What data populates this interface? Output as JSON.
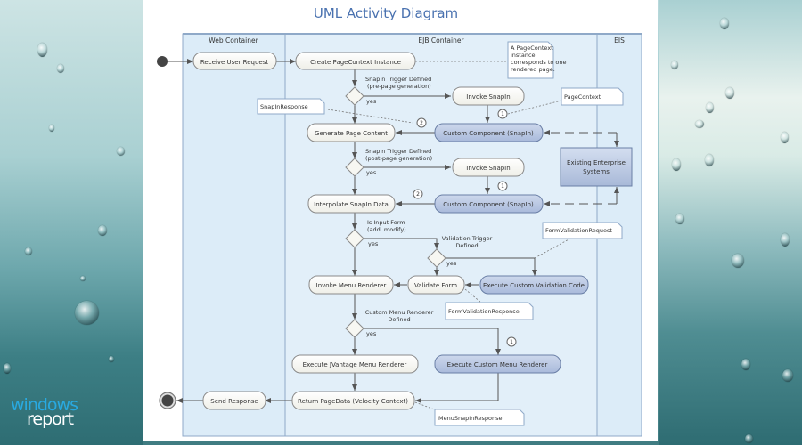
{
  "title": "UML Activity Diagram",
  "watermark": {
    "line1": "windows",
    "line2": "report"
  },
  "lanes": [
    {
      "id": "web",
      "label": "Web Container"
    },
    {
      "id": "ejb",
      "label": "EJB Container"
    },
    {
      "id": "eis",
      "label": "EIS"
    }
  ],
  "nodes": {
    "receive_request": "Receive User Request",
    "create_pagecontext": "Create PageContext Instance",
    "invoke_snapin_1": "Invoke SnapIn",
    "custom_component_1": "Custom Component (SnapIn)",
    "generate_page_content": "Generate Page Content",
    "invoke_snapin_2": "Invoke SnapIn",
    "custom_component_2": "Custom Component (SnapIn)",
    "interpolate_snapin_data": "Interpolate SnapIn Data",
    "invoke_menu_renderer": "Invoke Menu Renderer",
    "validate_form": "Validate Form",
    "execute_custom_validation": "Execute Custom Validation Code",
    "execute_jvantage_menu": "Execute JVantage Menu Renderer",
    "execute_custom_menu": "Execute Custom Menu Renderer",
    "return_pagedata": "Return PageData (Velocity Context)",
    "send_response": "Send Response",
    "existing_systems_line1": "Existing Enterprise",
    "existing_systems_line2": "Systems"
  },
  "decisions": {
    "d1_line1": "SnapIn Trigger Defined",
    "d1_line2": "(pre-page generation)",
    "d2_line1": "SnapIn Trigger Defined",
    "d2_line2": "(post-page generation)",
    "d3_line1": "Is Input Form",
    "d3_line2": "(add, modify)",
    "d4_line1": "Validation Trigger",
    "d4_line2": "Defined",
    "d5_line1": "Custom Menu Renderer",
    "d5_line2": "Defined",
    "yes": "yes"
  },
  "notes": {
    "pagecontext_note": [
      "A PageContext",
      "instance",
      "corresponds to one",
      "rendered page."
    ],
    "pagecontext": "PageContext",
    "snapin_response": "SnapInResponse",
    "form_validation_request": "FormValidationRequest",
    "form_validation_response": "FormValidationResponse",
    "menu_snapin_response": "MenuSnapInResponse"
  },
  "markers": {
    "one": "1",
    "two": "2"
  },
  "colors": {
    "title": "#4a72b0",
    "lane_fill": "#dcecf8",
    "lane_border": "#8fa9c8",
    "node_fill": "#f7f7f2",
    "node_border": "#8a8a8a",
    "highlight_fill": "#b9c8e2",
    "highlight_border": "#6a7fa6"
  }
}
